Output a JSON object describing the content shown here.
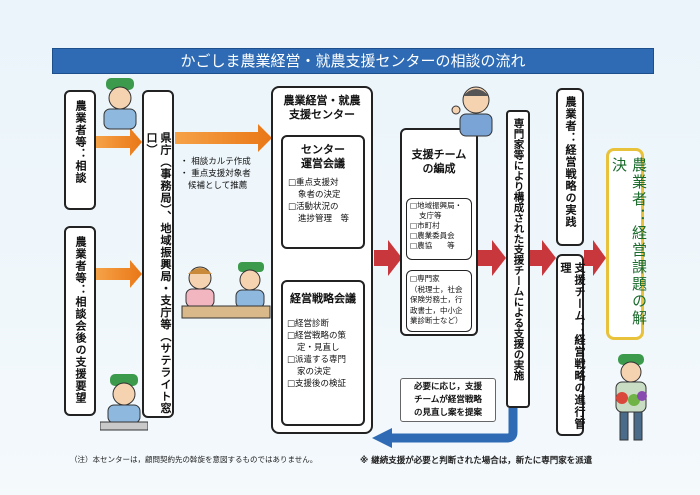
{
  "title": "かごしま農業経営・就農支援センターの相談の流れ",
  "farmer_consult": "農業者等：相談",
  "farmer_support": "農業者等：相談会後の支援要望",
  "prefecture": "県庁（事務局）、地域振興局・支庁等（サテライト窓口）",
  "notes": [
    "・ 相談カルテ作成",
    "・ 重点支援対象者",
    "候補として推薦"
  ],
  "center": {
    "title": [
      "農業経営・就農",
      "支援センター"
    ],
    "council": {
      "title": [
        "センター",
        "運営会議"
      ],
      "items": [
        "□重点支援対",
        "象者の決定",
        "□活動状況の",
        "進捗管理　等"
      ]
    },
    "strategy": {
      "title": "経営戦略会議",
      "items": [
        "□経営診断",
        "□経営戦略の策",
        "定・見直し",
        "□派遣する専門",
        "家の決定",
        "□支援後の検証"
      ]
    }
  },
  "team": {
    "title": [
      "支援チーム",
      "の編成"
    ],
    "org": [
      "□地域振興局・",
      "支庁等",
      "□市町村",
      "□農業委員会",
      "□農協　　等"
    ],
    "experts": [
      "□専門家",
      "（税理士，社会",
      "保険労務士，行",
      "政書士，中小企",
      "業診断士など）"
    ]
  },
  "expert_support": "専門家等により構成された支援チームによる支援の実施",
  "farmer_strategy": "農業者：経営戦略の実践",
  "team_management": "支援チーム：経営戦略の進行管理",
  "result": "農業者：経営課題の解決",
  "review_note": [
    "必要に応じ，支援",
    "チームが経営戦略",
    "の見直し案を提案"
  ],
  "footnote_left": "（注）本センターは，顧問契約先の斡旋を意図するものではありません。",
  "footnote_right": "※ 継続支援が必要と判断された場合は，新たに専門家を派遣",
  "colors": {
    "title_bg": "#2e6bb4",
    "orange_arrow": "#f08a24",
    "red_arrow": "#c8373c",
    "blue_arrow": "#2e6bb4",
    "result_border": "#e8c23a",
    "result_text": "#1a6b2c"
  }
}
